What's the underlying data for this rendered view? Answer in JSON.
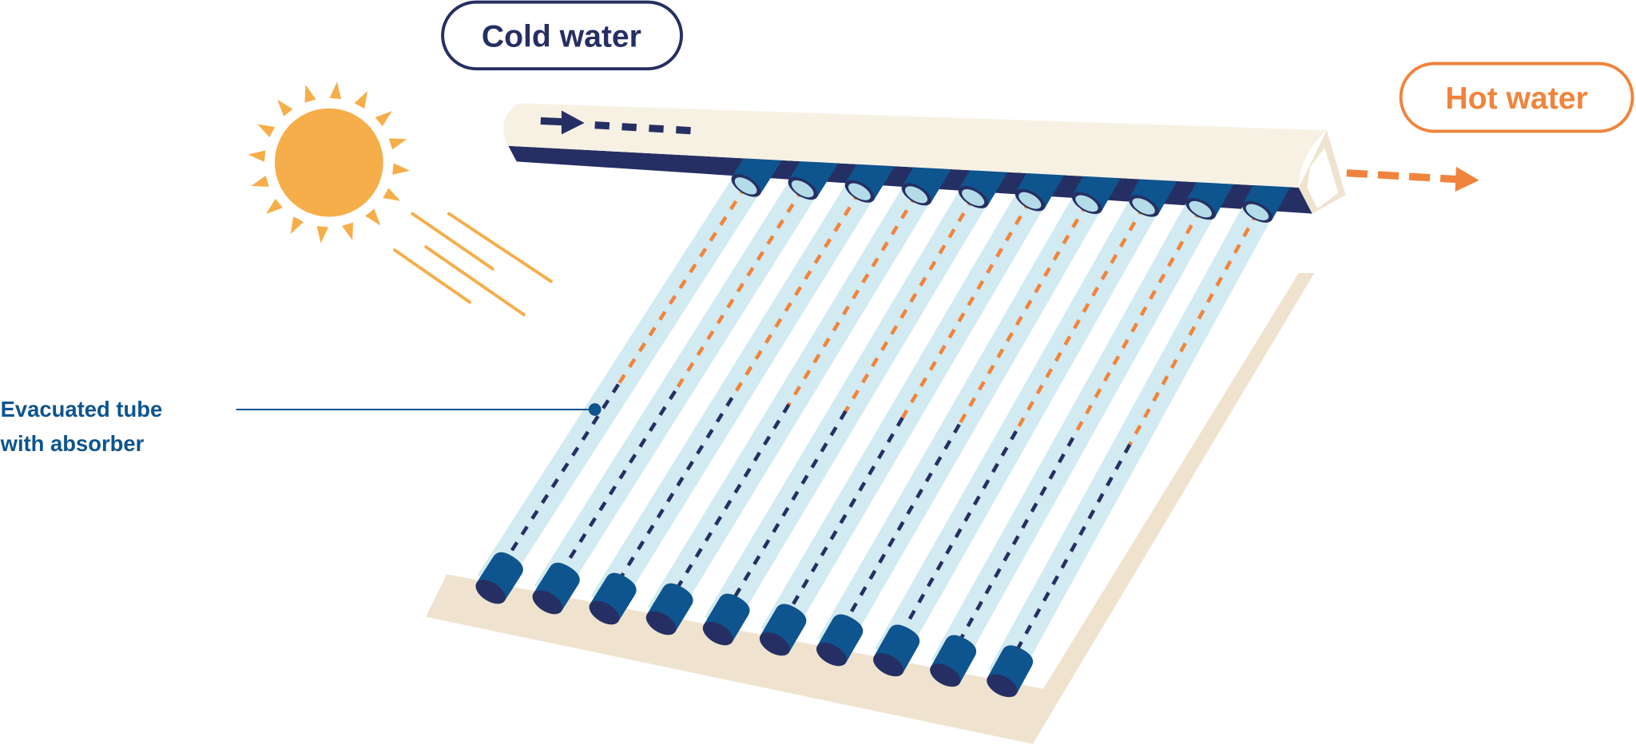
{
  "labels": {
    "cold_water": "Cold water",
    "hot_water": "Hot water",
    "tube_line1": "Evacuated tube",
    "tube_line2": "with absorber"
  },
  "colors": {
    "navy": "#262f63",
    "blue": "#0e548e",
    "orange": "#f0843c",
    "sun": "#f6ae4a",
    "tube_glass": "#d2eaf1",
    "header": "#f7f1e4",
    "frame": "#efe3cf"
  },
  "icons": [
    "sun-icon",
    "sun-rays-icon",
    "cold-water-arrow-icon",
    "hot-water-arrow-icon"
  ]
}
